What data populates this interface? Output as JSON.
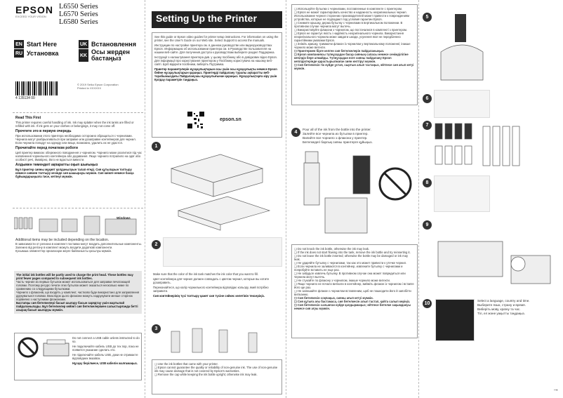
{
  "brand": "EPSON",
  "brand_tagline": "EXCEED YOUR VISION",
  "models": [
    "L6550 Series",
    "L6570 Series",
    "L6580 Series"
  ],
  "languages": [
    {
      "code": "EN",
      "title": "Start Here"
    },
    {
      "code": "RU",
      "title": "Установка"
    },
    {
      "code": "UK",
      "title": "Встановлення"
    },
    {
      "code": "KK",
      "title": "Осы жерден бастаңыз"
    }
  ],
  "barcode_number": "4 135134 00",
  "copyright": [
    "© 2019 Seiko Epson Corporation",
    "Printed in XXXXXX"
  ],
  "read_first": {
    "heading": "Read This First",
    "text": "This printer requires careful handling of ink. Ink may splatter when the ink tanks are filled or refilled with ink. If ink gets on your clothes or belongings, it may not come off.",
    "ru_heading": "Прочтите это в первую очередь",
    "ru_text": "При использовании этого принтера необходимо осторожно обращаться с чернилами. Чернила могут разбрызгиваться при заправке или дозаправке контейнеров для чернил. Если чернила попадут на одежду или вещи, возможно, удалить их не удастся.",
    "uk_heading": "Прочитайте перед початком роботи",
    "uk_text": "Цей принтер вимагає обережного поводження з чорнилом. Чорнило може розлитися під час наповнення чорнильного контейнера або додавання. Якщо чорнило потрапило на одяг або особисті речі, ймовірно, його не вдасться вивести.",
    "kk_heading": "Алдымен төмендегі ақпаратты оқып шығыңыз",
    "kk_text": "Бұл принтер сияны мұқият қолданылуын талап етеді. Сия құтыларын толтыру немесе сиямен толтыру кезінде сия шашырауы мүмкін. Сия киімге немесе басқа бұйымдарыңызға тисе, кетпеуі мүмкін."
  },
  "windows_label": "Windows",
  "additional_items": {
    "en": "Additional items may be included depending on the location.",
    "ru": "В зависимости от региона в комплект поставки могут входить дополнительные компоненты.",
    "uk": "Залежно від регіону в комплект можуть входити додаткові компоненти.",
    "kk": "Қосымша элементтер орналасқан жерге байланысты қосылуы мүмкін."
  },
  "initial_ink": {
    "en": "The initial ink bottles will be partly used to charge the print head. These bottles may print fewer pages compared to subsequent ink bottles.",
    "ru": "Часть чернил из первых бутылок может использоваться для заправки печатающей головки. Поэтому ресурс печати этих бутылок может оказаться несколько ниже по сравнению со следующими бутылками.",
    "uk": "Чорнило з флаконів, що входять у комплект, частково буде використано для заправлення друкувальної головки. Внаслідок цього флакони можуть надрукувати менше сторінок порівняно з наступними флаконами.",
    "kk": "Бастапқы сия бөтелкелері басып шығару басын зарядтау үшін жартылай пайдаланылады. Бұл бөтелкелер кейінгі сия бөтелкелерімен салыстырғанда бетті азырақ басып шығаруы мүмкін."
  },
  "usb_note": {
    "en": "Do not connect a USB cable unless instructed to do so.",
    "ru": "Не подключайте кабель USB до тех пор, пока не появится указание сделать это.",
    "uk": "Не підключайте кабель USB, доки не отримаєте відповідних вказівок.",
    "kk": "Нұсқау берілмесе, USB кабелін жалғамаңыз."
  },
  "setting_up_title": "Setting Up the Printer",
  "guide_text": {
    "en": "See this guide or Epson video guides for printer setup instructions. For information on using the printer, see the User's Guide on our Web site. Select Support to access the manuals.",
    "ru": "Инструкции по настройке принтера см. в данном руководстве или видеоруководствах Epson. Информацию об использовании принтера см. в Руководстве пользователя на нашем веб-сайте. Для получения доступа к руководствам выберите раздел Поддержка.",
    "uk": "Інструкції з налаштування принтера див. у цьому посібнику або в довідкових відео Epson. Для інформації про користування принтером у Посібнику користувача на нашому веб-сайті. Щоб відкрити посібники, виберіть Підтримка.",
    "kk": "Принтер параметрлерін нұсқаулықтарын осы үшін осы нұсқаулықты немесе Epson бейне нұсқаулықтарын қараңыз. Принтерді пайдалану туралы ақпаратты веб-торабымыздағы Пайдаланушы нұсқаулығынан қараңыз. Нұсқаулықтарға кіру үшін Қолдау параметрін таңдаңыз."
  },
  "website": "epson.sn",
  "step2_text": {
    "en": "Make sure that the color of the ink tank matches the ink color that you want to fill.",
    "ru": "Цвет контейнера для чернил должен совпадать с цветом чернил, которые вы хотите дозаправить.",
    "uk": "Переконайтеся, що колір чорнильного контейнера відповідає кольору, який потрібно заправити.",
    "kk": "Сия контейнерінің түсі толтыру қажет сия түсіне сәйкес келетінін тексеріңіз."
  },
  "step3_bullets": [
    "Use the ink bottles that came with your printer.",
    "Epson cannot guarantee the quality or reliability of non-genuine ink. The use of non-genuine ink may cause damage that is not covered by Epson's warranties.",
    "Remove the cap while keeping the ink bottle upright; otherwise ink may leak."
  ],
  "col3_top_bullets": [
    "Используйте бутылки с чернилами, поставленные в комплекте с принтером.",
    "Epson не может гарантировать качество и надежность неоригинальных чернил. Использование чернил сторонних производителей может привести к повреждениям устройства, которые не подпадают под условия гарантии Epson.",
    "Снимите крышку, держа бутылку с чернилами в вертикальном положении. В противном случае чернила могут вытечь.",
    "Використовуйте флакони з чорнилом, що постачалися в комплекті з принтером.",
    "Epson не гарантує якість і надійність неоригінального чорнила. Використання неоригінального чорнила може завдати шкоди, усунення якої не передбачено гарантійними умовами Epson.",
    "Зніміть кришку, тримаючи флакон із чорнилом у вертикальному положенні; інакше чорнило може витекти.",
    "Принтермен бірге келген сия бөтелкелерін пайдаланыңыз.",
    "Epson компаниясы түпнұсқадан басқа сияның сапасы немесе сенімділігіне кепілдік бере алмайды. Түпнұсқадан өзге сияны пайдалану Epson кепілдіктерінде қарастырылмаған зиян келтіруі мүмкін.",
    "Сия бөтелкесін тік күйде ұстап, сыртын алып тастаңыз, әйтпесе сия ағып кетуі мүмкін."
  ],
  "step4_text": [
    "Pour all of the ink from the bottle into the printer.",
    "Залейте все чернила из бутылки в принтер.",
    "Вилийте все чорнило з флакона у принтер.",
    "Бөтелкедегі барлық сияны принтерге құйыңыз."
  ],
  "col3_bottom_bullets": [
    "Do not knock the ink bottle, otherwise the ink may leak.",
    "If the ink does not start flowing into the tank, remove the ink bottle and try reinserting it.",
    "Do not leave the ink bottle inserted; otherwise the bottle may be damaged or ink may leak.",
    "Не ударяйте бутылку с чернилами, так как это может привести к утечке чернил.",
    "Если чернила не заливаются в контейнер, извлеките бутылку с чернилами и попробуйте вставить ее еще раз.",
    "Не забудьте извлечь бутылку. В противном случае она может повредиться или чернила могут вытечь.",
    "Не стукайте по флакону з чорнилом, інакше чорнило може витекти.",
    "Якщо чорнило не почало витікати в контейнер, вийміть флакон із чорнилом і вставте його ще раз.",
    "Не залишайте флакон з чорнилом вставленим, щоб не пошкодити його й запобігти витіканню.",
    "Сия бөтелкесін соқпаңыз, сияны ағып кетуі мүмкін.",
    "Сия құтыға ағы бастамаса, сия бөтелкесін алып тастап, қайта салып көріңіз.",
    "Сия бөтелкесін салынған күйде қалдырмаңыз; әйтпесе бөтелке зақымдануы немесе сия ағуы мүмкін."
  ],
  "step_numbers": [
    "1",
    "2",
    "3",
    "4",
    "5",
    "6",
    "7",
    "8",
    "9",
    "10"
  ],
  "step10_text": [
    "Select a language, country and time.",
    "Выберите язык, страну и время.",
    "Виберіть мову, країну та час.",
    "Тіл, ел және уақытты таңдаңыз."
  ]
}
